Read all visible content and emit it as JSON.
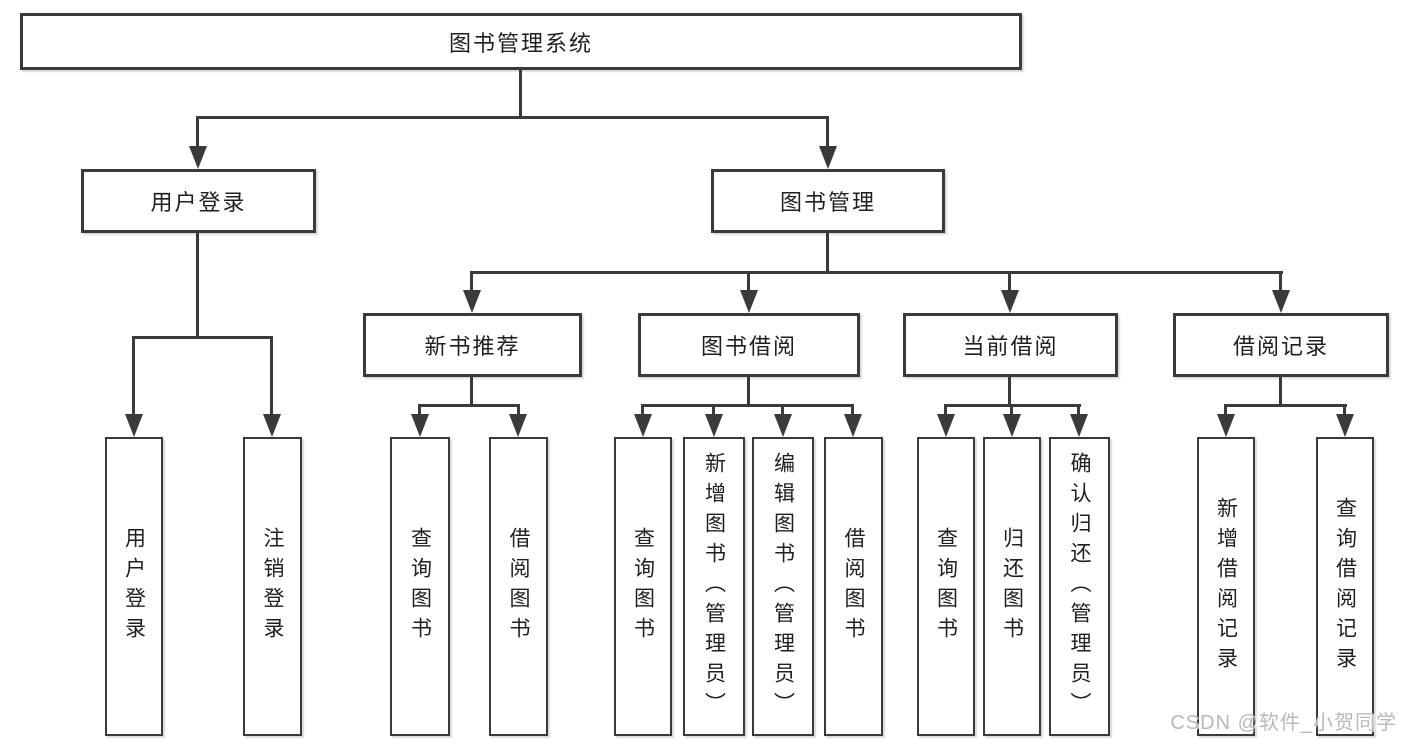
{
  "diagram": {
    "root": {
      "label": "图书管理系统",
      "children": [
        {
          "label": "用户登录",
          "children": [
            {
              "label": "用户登录"
            },
            {
              "label": "注销登录"
            }
          ]
        },
        {
          "label": "图书管理",
          "children": [
            {
              "label": "新书推荐",
              "children": [
                {
                  "label": "查询图书"
                },
                {
                  "label": "借阅图书"
                }
              ]
            },
            {
              "label": "图书借阅",
              "children": [
                {
                  "label": "查询图书"
                },
                {
                  "label": "新增图书（管理员）"
                },
                {
                  "label": "编辑图书（管理员）"
                },
                {
                  "label": "借阅图书"
                }
              ]
            },
            {
              "label": "当前借阅",
              "children": [
                {
                  "label": "查询图书"
                },
                {
                  "label": "归还图书"
                },
                {
                  "label": "确认归还（管理员）"
                }
              ]
            },
            {
              "label": "借阅记录",
              "children": [
                {
                  "label": "新增借阅记录"
                },
                {
                  "label": "查询借阅记录"
                }
              ]
            }
          ]
        }
      ]
    }
  },
  "watermark": {
    "text": "CSDN @软件_小贺同学"
  },
  "colors": {
    "line": "#3a3a3a",
    "box_border": "#3a3a3a",
    "text": "#1f1f1f",
    "background": "#ffffff",
    "watermark": "#b9b9b9"
  }
}
